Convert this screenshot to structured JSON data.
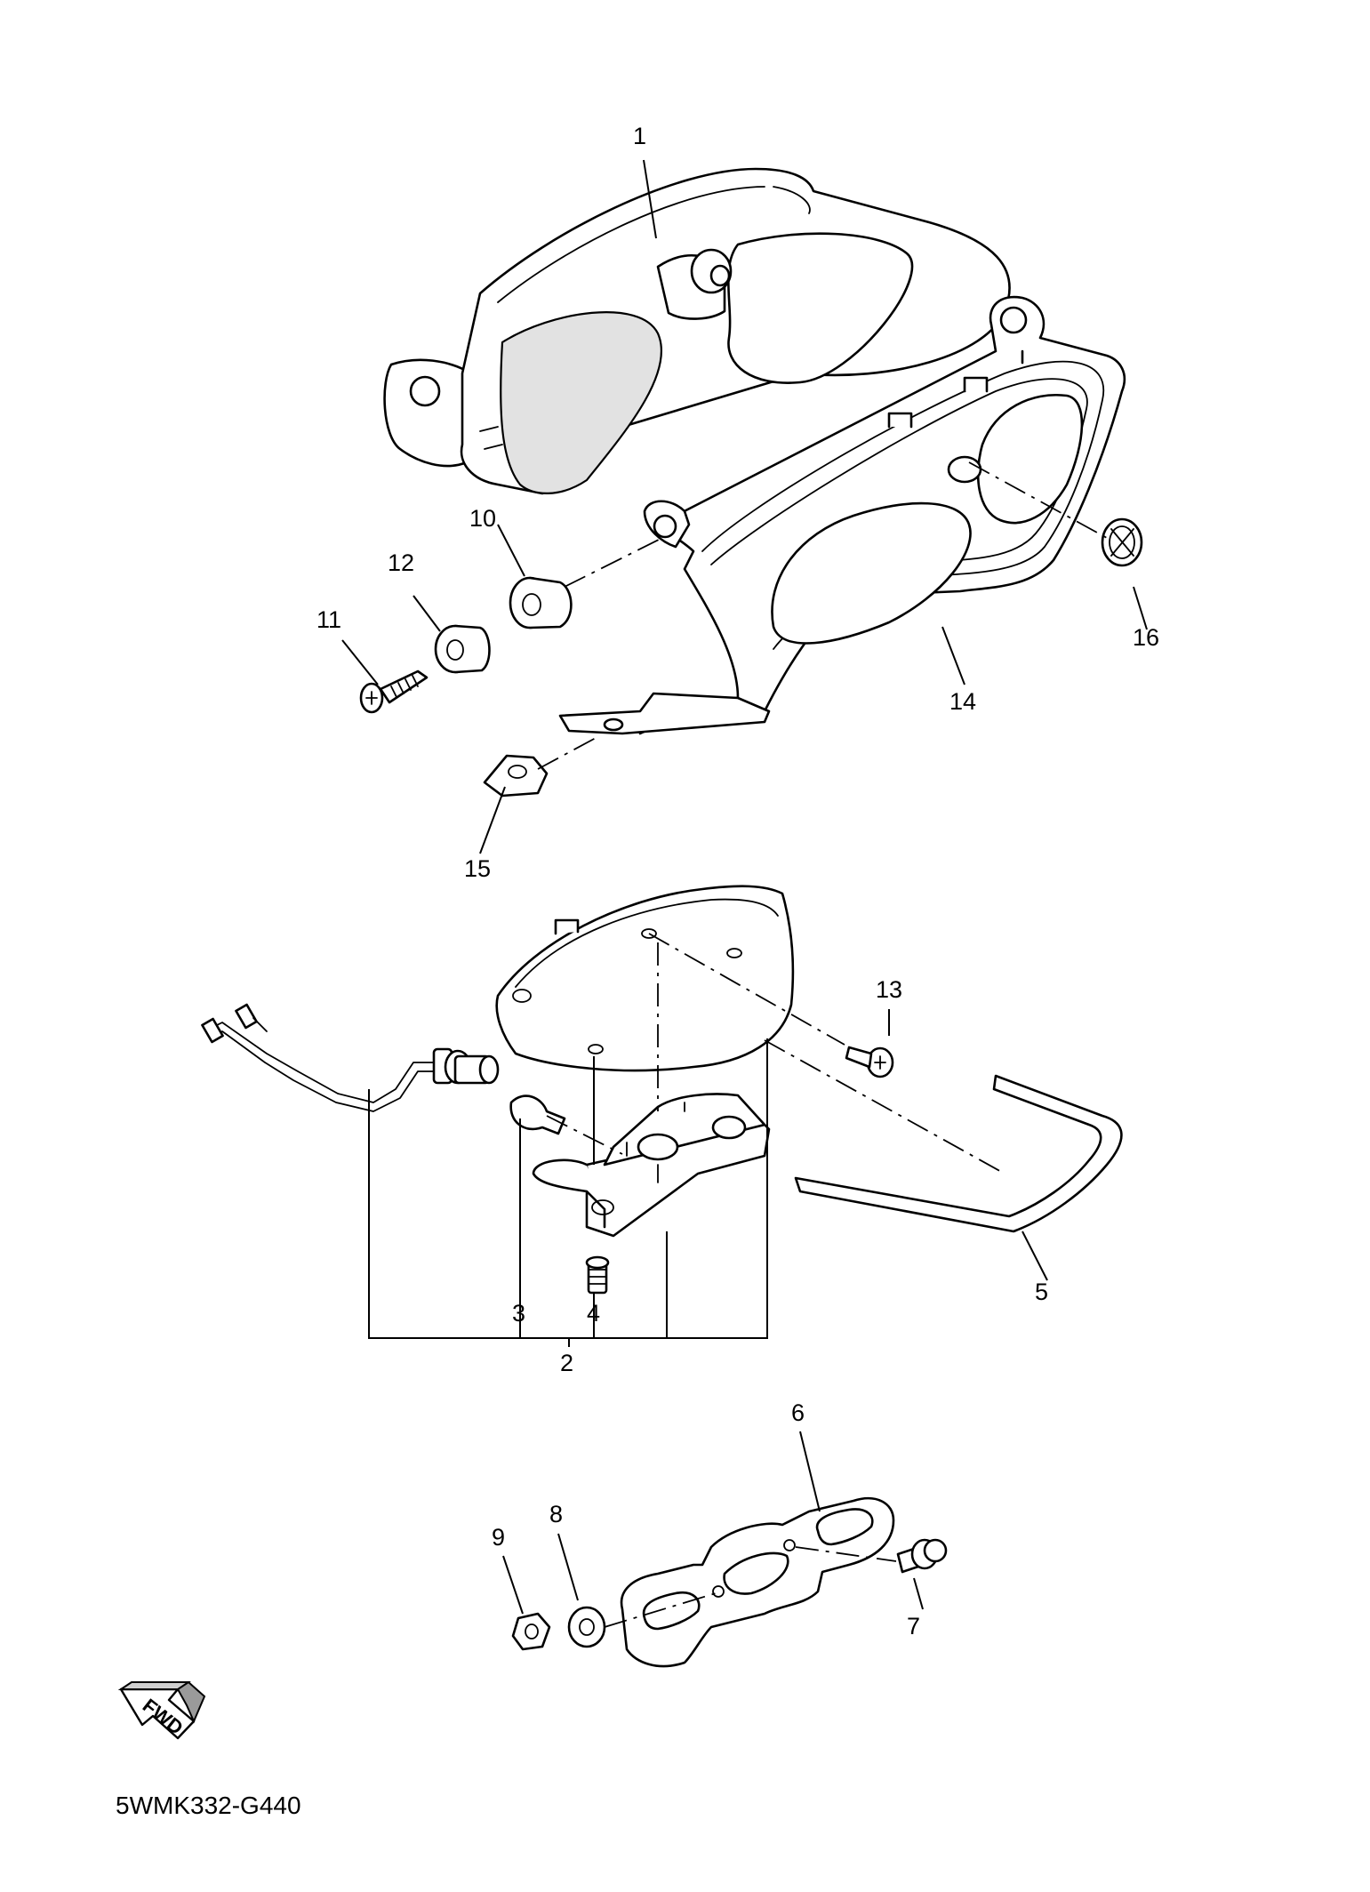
{
  "diagram": {
    "code": "5WMK332-G440",
    "fwd_label": "FWD",
    "callouts": [
      "1",
      "2",
      "3",
      "4",
      "5",
      "6",
      "7",
      "8",
      "9",
      "10",
      "11",
      "12",
      "13",
      "14",
      "15",
      "16"
    ]
  }
}
